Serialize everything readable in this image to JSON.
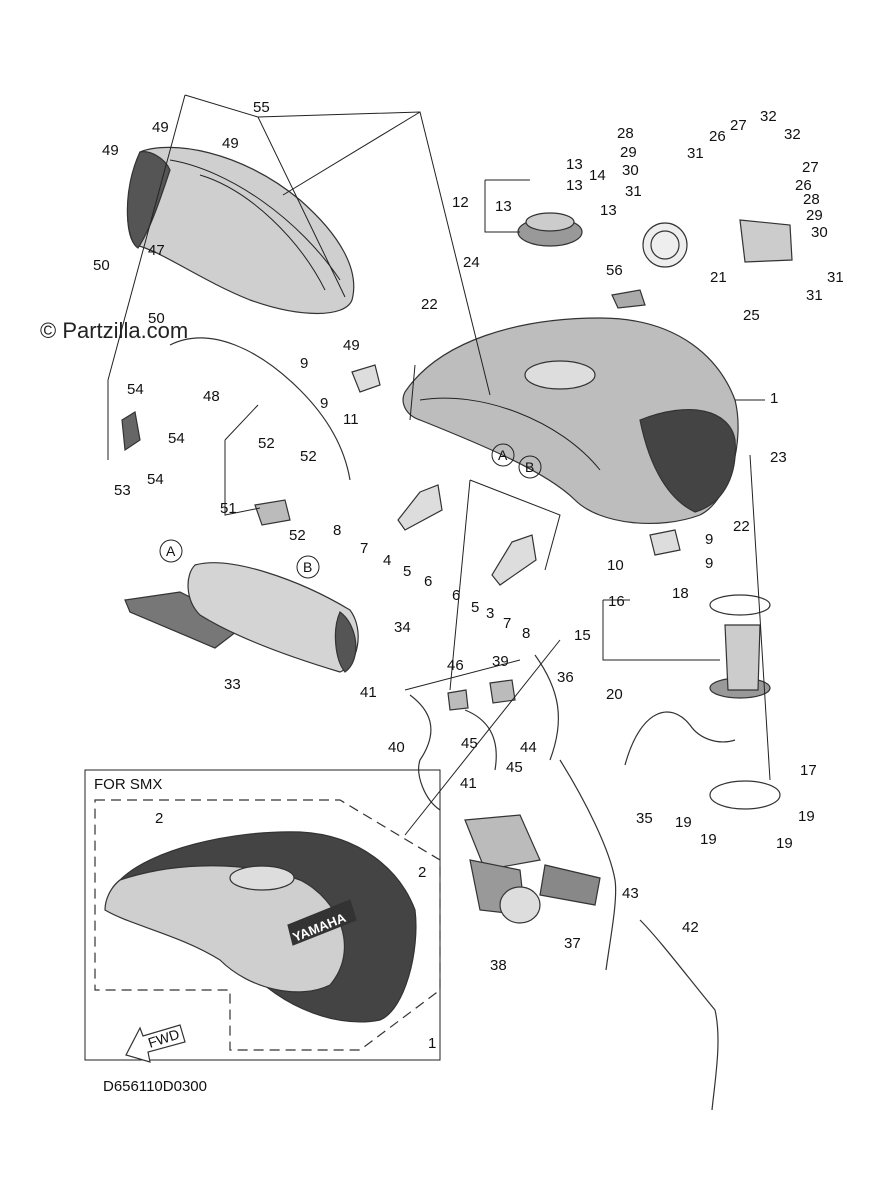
{
  "watermark": "© Partzilla.com",
  "diagram_code": "D656110D0300",
  "smx_label": "FOR SMX",
  "fwd_label": "FWD",
  "brand_text": "YAMAHA",
  "callouts": {
    "A": "A",
    "B": "B"
  },
  "part_numbers": {
    "p1": "1",
    "p2": "2",
    "p3": "3",
    "p4": "4",
    "p5": "5",
    "p6": "6",
    "p7": "7",
    "p8": "8",
    "p9": "9",
    "p10": "10",
    "p11": "11",
    "p12": "12",
    "p13": "13",
    "p14": "14",
    "p15": "15",
    "p16": "16",
    "p17": "17",
    "p18": "18",
    "p19": "19",
    "p20": "20",
    "p21": "21",
    "p22": "22",
    "p23": "23",
    "p24": "24",
    "p25": "25",
    "p26": "26",
    "p27": "27",
    "p28": "28",
    "p29": "29",
    "p30": "30",
    "p31": "31",
    "p32": "32",
    "p33": "33",
    "p34": "34",
    "p35": "35",
    "p36": "36",
    "p37": "37",
    "p38": "38",
    "p39": "39",
    "p40": "40",
    "p41": "41",
    "p42": "42",
    "p43": "43",
    "p44": "44",
    "p45": "45",
    "p46": "46",
    "p47": "47",
    "p48": "48",
    "p49": "49",
    "p50": "50",
    "p51": "51",
    "p52": "52",
    "p53": "53",
    "p54": "54",
    "p55": "55",
    "p56": "56"
  }
}
